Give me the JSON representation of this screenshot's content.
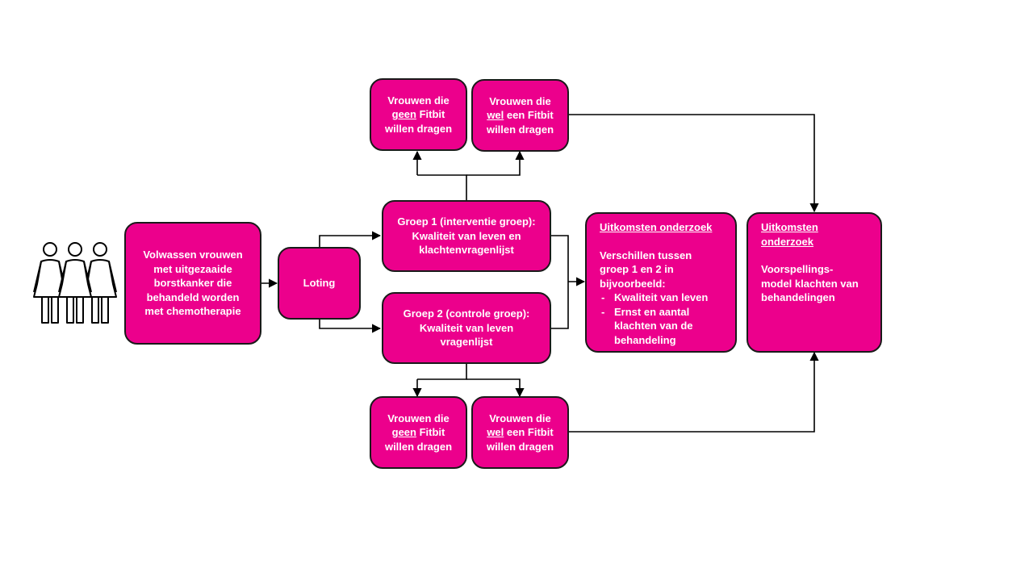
{
  "colors": {
    "box_fill": "#ec008c",
    "border": "#1a1a1a",
    "text": "#ffffff"
  },
  "icons": {
    "people": "three-women-icon"
  },
  "population": {
    "lines": [
      "Volwassen vrouwen",
      "met uitgezaaide",
      "borstkanker die",
      "behandeld worden",
      "met chemotherapie"
    ]
  },
  "loting": {
    "label": "Loting"
  },
  "group1": {
    "lines": [
      "Groep 1 (interventie groep):",
      "Kwaliteit van leven en",
      "klachtenvragenlijst"
    ]
  },
  "group2": {
    "lines": [
      "Groep 2 (controle groep):",
      "Kwaliteit van leven",
      "vragenlijst"
    ]
  },
  "fitbit_no": {
    "line1": "Vrouwen die",
    "underlined": "geen",
    "line2_rest": " Fitbit",
    "line3": "willen dragen"
  },
  "fitbit_yes": {
    "line1": "Vrouwen die",
    "underlined": "wel",
    "line2_rest": " een Fitbit",
    "line3": "willen dragen"
  },
  "outcome1": {
    "title": "Uitkomsten onderzoek",
    "intro": [
      "Verschillen tussen",
      "groep 1 en 2 in",
      "bijvoorbeeld:"
    ],
    "bullets": [
      [
        "Kwaliteit van leven"
      ],
      [
        "Ernst en aantal",
        "klachten van de",
        "behandeling"
      ]
    ]
  },
  "outcome2": {
    "title_lines": [
      "Uitkomsten",
      "onderzoek"
    ],
    "body_lines": [
      "Voorspellings-",
      "model klachten van",
      "behandelingen"
    ]
  }
}
